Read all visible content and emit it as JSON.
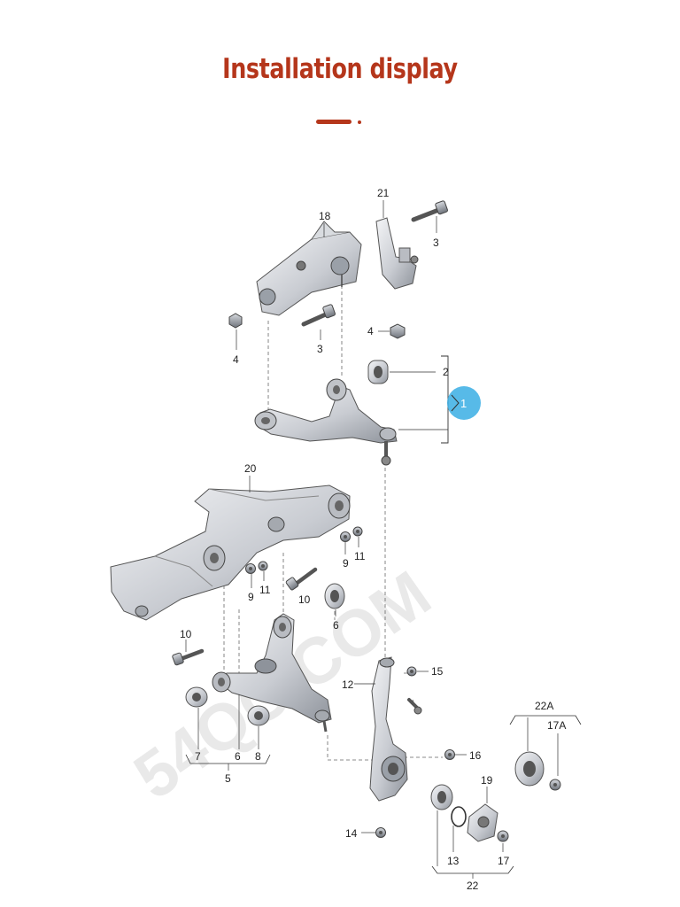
{
  "header": {
    "title": "Installation display",
    "accent_color": "#b5361b"
  },
  "watermark": "54QC.COM",
  "callouts": {
    "c1": "1",
    "c2": "2",
    "c3a": "3",
    "c3b": "3",
    "c4a": "4",
    "c4b": "4",
    "c5": "5",
    "c6a": "6",
    "c6b": "6",
    "c7": "7",
    "c8": "8",
    "c9a": "9",
    "c9b": "9",
    "c10a": "10",
    "c10b": "10",
    "c11a": "11",
    "c11b": "11",
    "c12": "12",
    "c13": "13",
    "c14": "14",
    "c15": "15",
    "c16": "16",
    "c17": "17",
    "c17a": "17A",
    "c18": "18",
    "c19": "19",
    "c20": "20",
    "c21": "21",
    "c22": "22",
    "c22a": "22A"
  },
  "badge_color": "#3aaee4"
}
